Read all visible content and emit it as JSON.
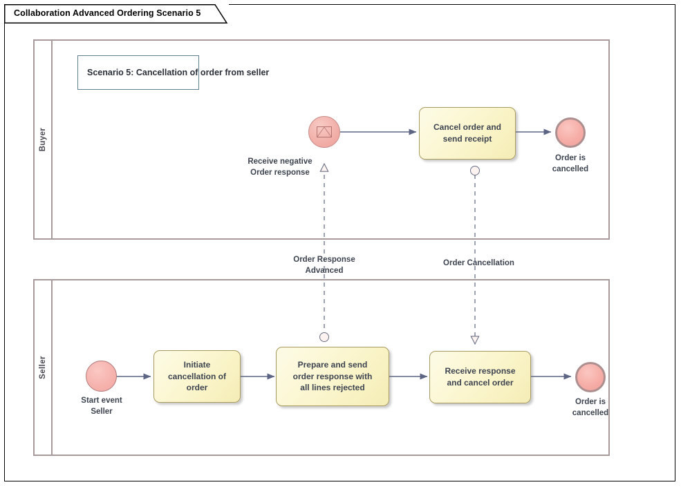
{
  "diagram": {
    "title": "Collaboration Advanced Ordering Scenario 5",
    "annotation": "Scenario 5: Cancellation of order from seller"
  },
  "pools": [
    {
      "id": "buyer",
      "label": "Buyer"
    },
    {
      "id": "seller",
      "label": "Seller"
    }
  ],
  "buyer_lane": {
    "message_start_event": {
      "name": "message-start-event",
      "icon": "envelope-icon",
      "label": "Receive negative\nOrder response"
    },
    "task": {
      "label": "Cancel order and\nsend receipt"
    },
    "end_event": {
      "label": "Order is\ncancelled"
    }
  },
  "seller_lane": {
    "start_event": {
      "label": "Start event\nSeller"
    },
    "tasks": [
      {
        "label": "Initiate\ncancellation of\norder"
      },
      {
        "label": "Prepare and send\norder response with\nall lines rejected"
      },
      {
        "label": "Receive response\nand cancel order"
      }
    ],
    "end_event": {
      "label": "Order is\ncancelled"
    }
  },
  "message_flows": [
    {
      "label": "Order Response\nAdvanced"
    },
    {
      "label": "Order Cancellation"
    }
  ],
  "colors": {
    "task_fill": "#fbf6cf",
    "task_border": "#a89a5e",
    "event_fill": "#f4aca6",
    "event_border": "#b07b7b",
    "pool_border": "#a89a9a",
    "connector": "#5d6584",
    "text": "#3d4450",
    "annotation_border": "#5d7f8e"
  }
}
